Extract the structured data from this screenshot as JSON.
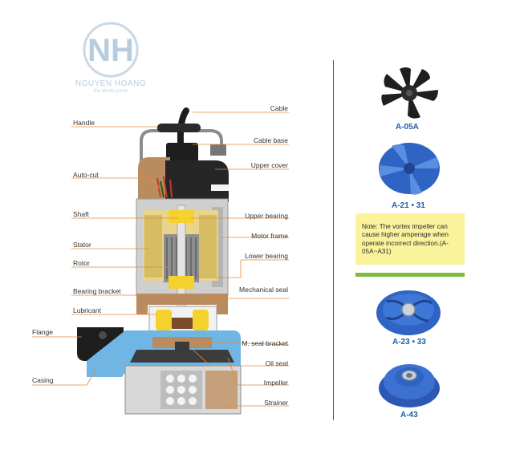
{
  "logo": {
    "monogram": "NH",
    "brand": "NGUYEN HOANG",
    "tagline": "the whole prime"
  },
  "diagram": {
    "labels_left": [
      "Handle",
      "Auto-cut",
      "Shaft",
      "Stator",
      "Rotor",
      "Bearing bracket",
      "Lubricant",
      "Flange",
      "Casing"
    ],
    "labels_right": [
      "Cable",
      "Cable base",
      "Upper cover",
      "Upper bearing",
      "Motor frame",
      "Lower bearing",
      "Mechanical seal",
      "M. seal bracket",
      "Oil seal",
      "Impeller",
      "Strainer"
    ]
  },
  "impellers": [
    {
      "caption": "A-05A"
    },
    {
      "caption": "A-21 • 31"
    },
    {
      "caption": "A-23 • 33"
    },
    {
      "caption": "A-43"
    }
  ],
  "note": {
    "text": "Note: The vortex impeller can cause higher amperage when operate incorrect direction.(A-05A~A31)"
  },
  "colors": {
    "caption": "#1c5fa8",
    "note_background": "#fbf39c",
    "green_bar": "#7cbd3c",
    "impeller_blue": "#2f63c4",
    "impeller_black": "#1f1f1f",
    "casing_blue": "#6fb6e4",
    "bronze": "#b98b5e",
    "bearing_yellow": "#f5d12e",
    "stator_yellow": "#e8d48a"
  }
}
